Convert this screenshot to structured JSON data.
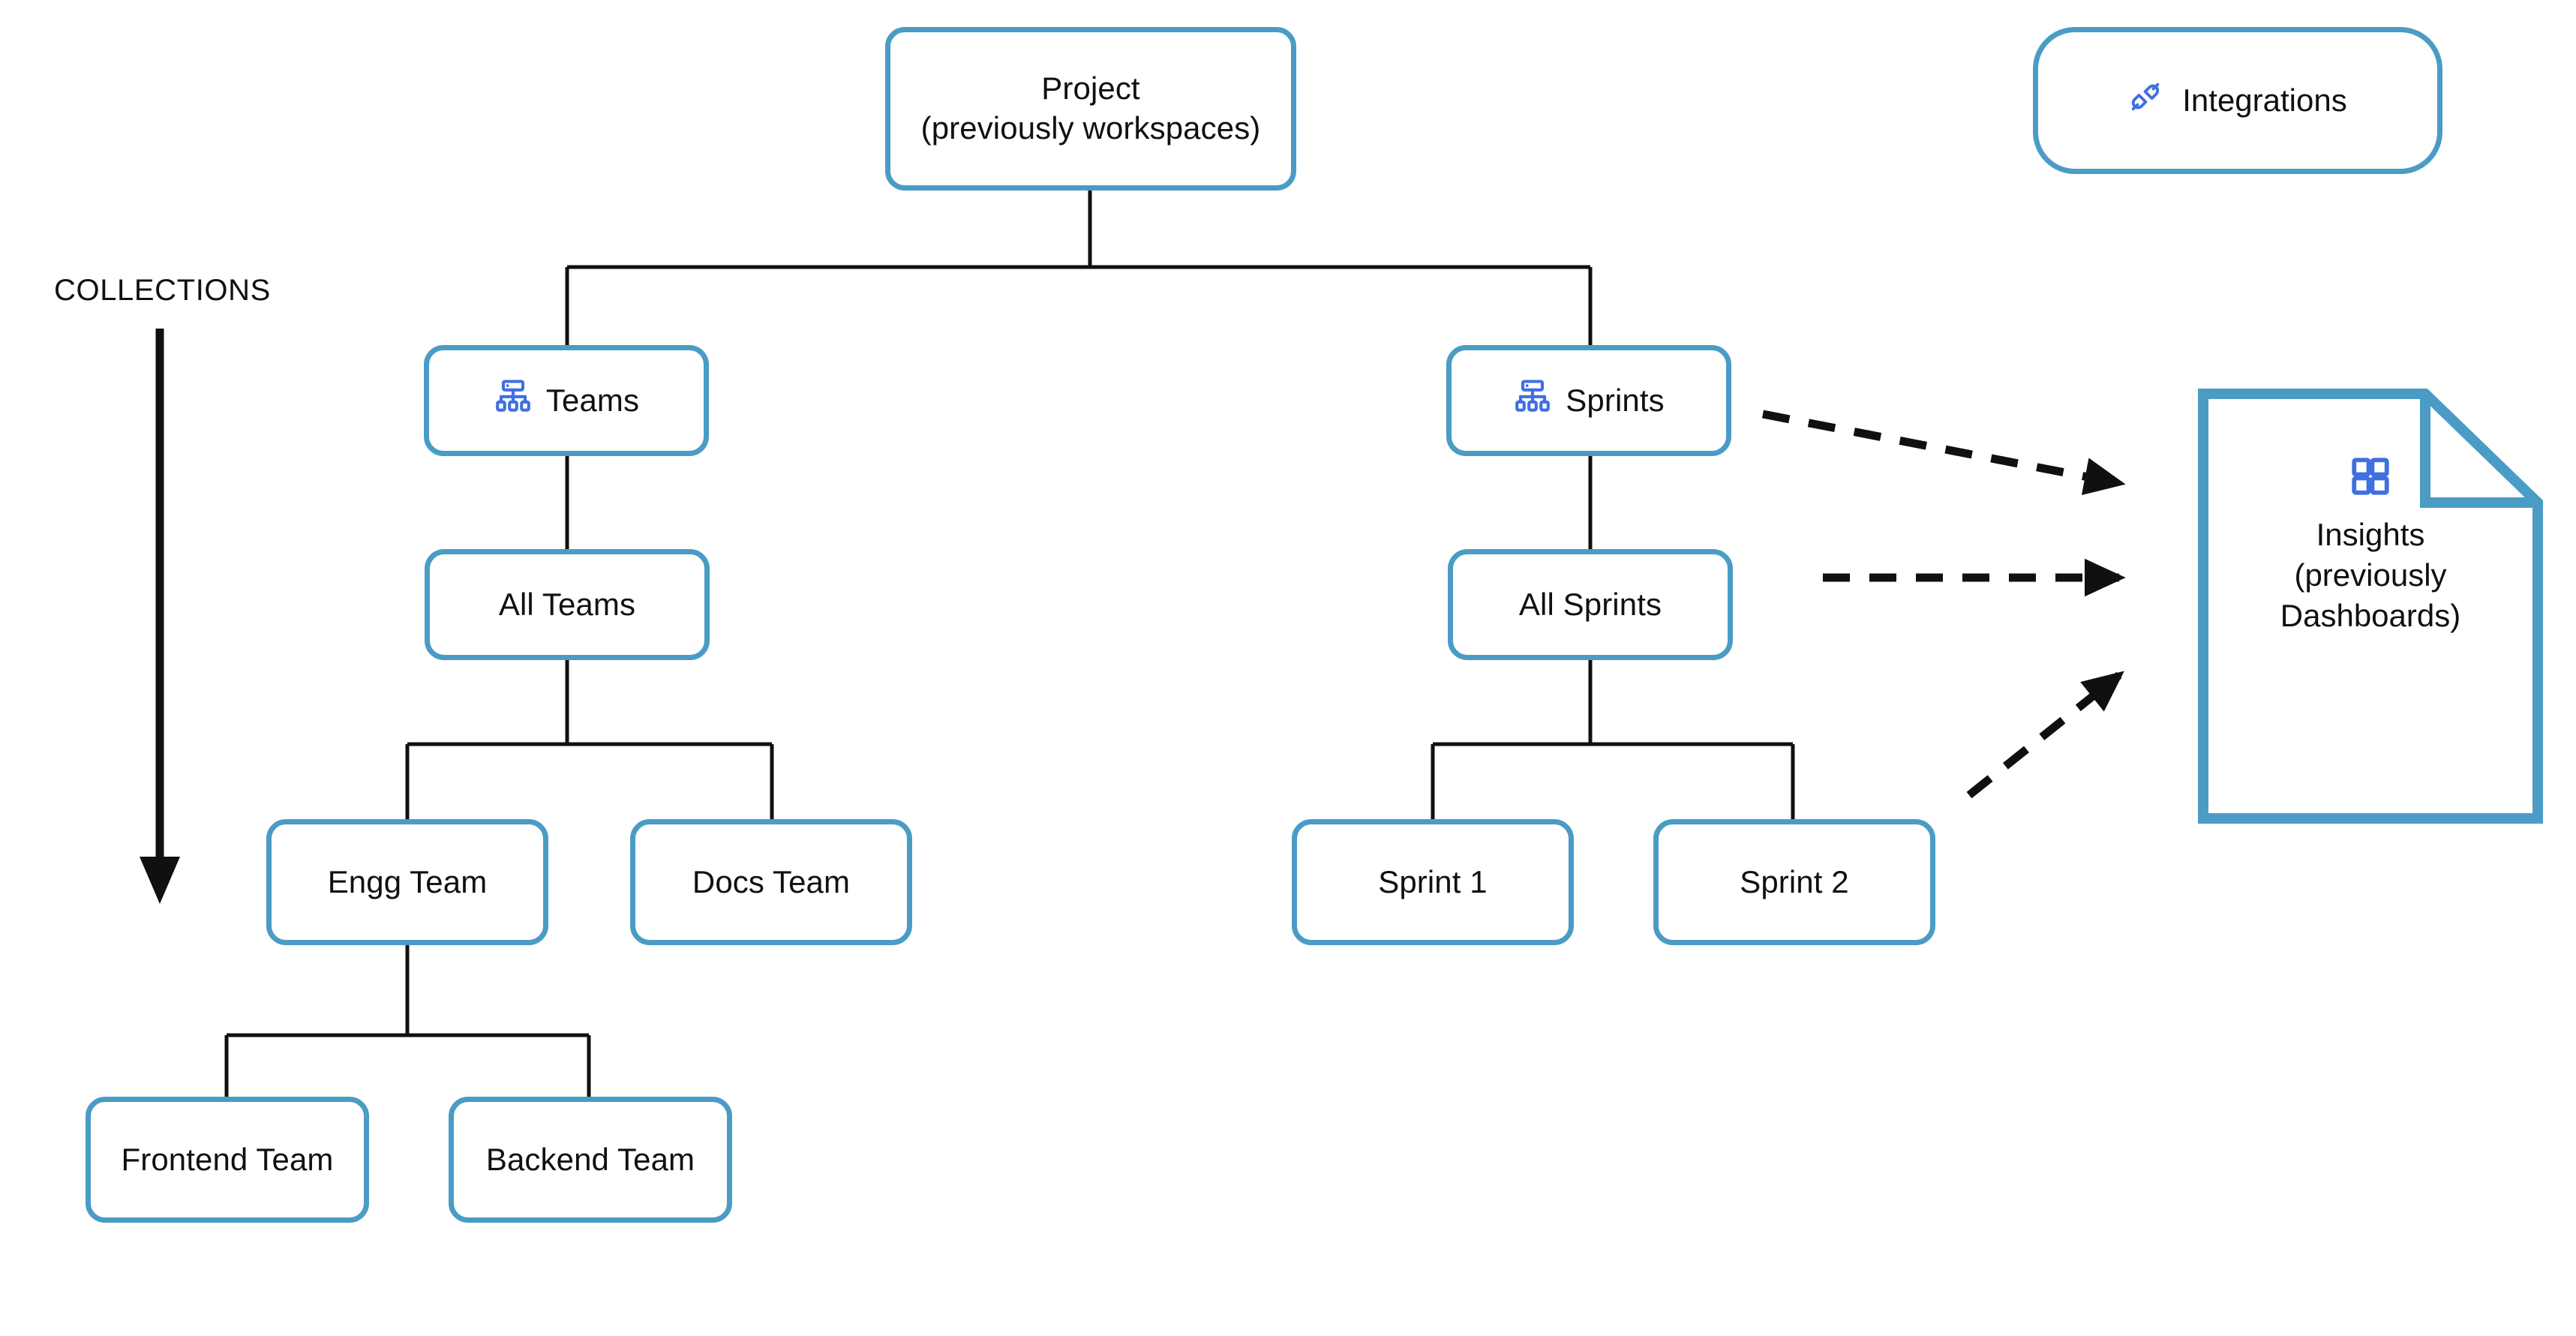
{
  "diagram": {
    "type": "hierarchy-tree",
    "background_color": "#ffffff",
    "node_border_color": "#4a9cc5",
    "connector_color": "#12100e",
    "icon_color": "#3f6fe0",
    "text_color": "#12100e"
  },
  "caption": {
    "collections_label": "COLLECTIONS"
  },
  "nodes": {
    "project": {
      "label": "Project\n(previously workspaces)"
    },
    "teams": {
      "label": "Teams",
      "icon": "hierarchy-icon"
    },
    "sprints": {
      "label": "Sprints",
      "icon": "hierarchy-icon"
    },
    "all_teams": {
      "label": "All Teams"
    },
    "all_sprints": {
      "label": "All Sprints"
    },
    "engg_team": {
      "label": "Engg Team"
    },
    "docs_team": {
      "label": "Docs Team"
    },
    "sprint_1": {
      "label": "Sprint 1"
    },
    "sprint_2": {
      "label": "Sprint 2"
    },
    "frontend_team": {
      "label": "Frontend Team"
    },
    "backend_team": {
      "label": "Backend Team"
    }
  },
  "integrations": {
    "label": "Integrations",
    "icon": "plug-connector-icon"
  },
  "insights": {
    "label": "Insights\n(previously\nDashboards)",
    "icon": "grid-dashboard-icon",
    "shape": "document-folded-corner"
  },
  "edges": [
    {
      "from": "project",
      "to": "teams",
      "style": "solid"
    },
    {
      "from": "project",
      "to": "sprints",
      "style": "solid"
    },
    {
      "from": "teams",
      "to": "all_teams",
      "style": "solid"
    },
    {
      "from": "all_teams",
      "to": "engg_team",
      "style": "solid"
    },
    {
      "from": "all_teams",
      "to": "docs_team",
      "style": "solid"
    },
    {
      "from": "engg_team",
      "to": "frontend_team",
      "style": "solid"
    },
    {
      "from": "engg_team",
      "to": "backend_team",
      "style": "solid"
    },
    {
      "from": "sprints",
      "to": "all_sprints",
      "style": "solid"
    },
    {
      "from": "all_sprints",
      "to": "sprint_1",
      "style": "solid"
    },
    {
      "from": "all_sprints",
      "to": "sprint_2",
      "style": "solid"
    },
    {
      "from": "sprints",
      "to": "insights",
      "style": "dashed-arrow"
    },
    {
      "from": "all_sprints",
      "to": "insights",
      "style": "dashed-arrow"
    },
    {
      "from": "sprint_2",
      "to": "insights",
      "style": "dashed-arrow"
    }
  ]
}
